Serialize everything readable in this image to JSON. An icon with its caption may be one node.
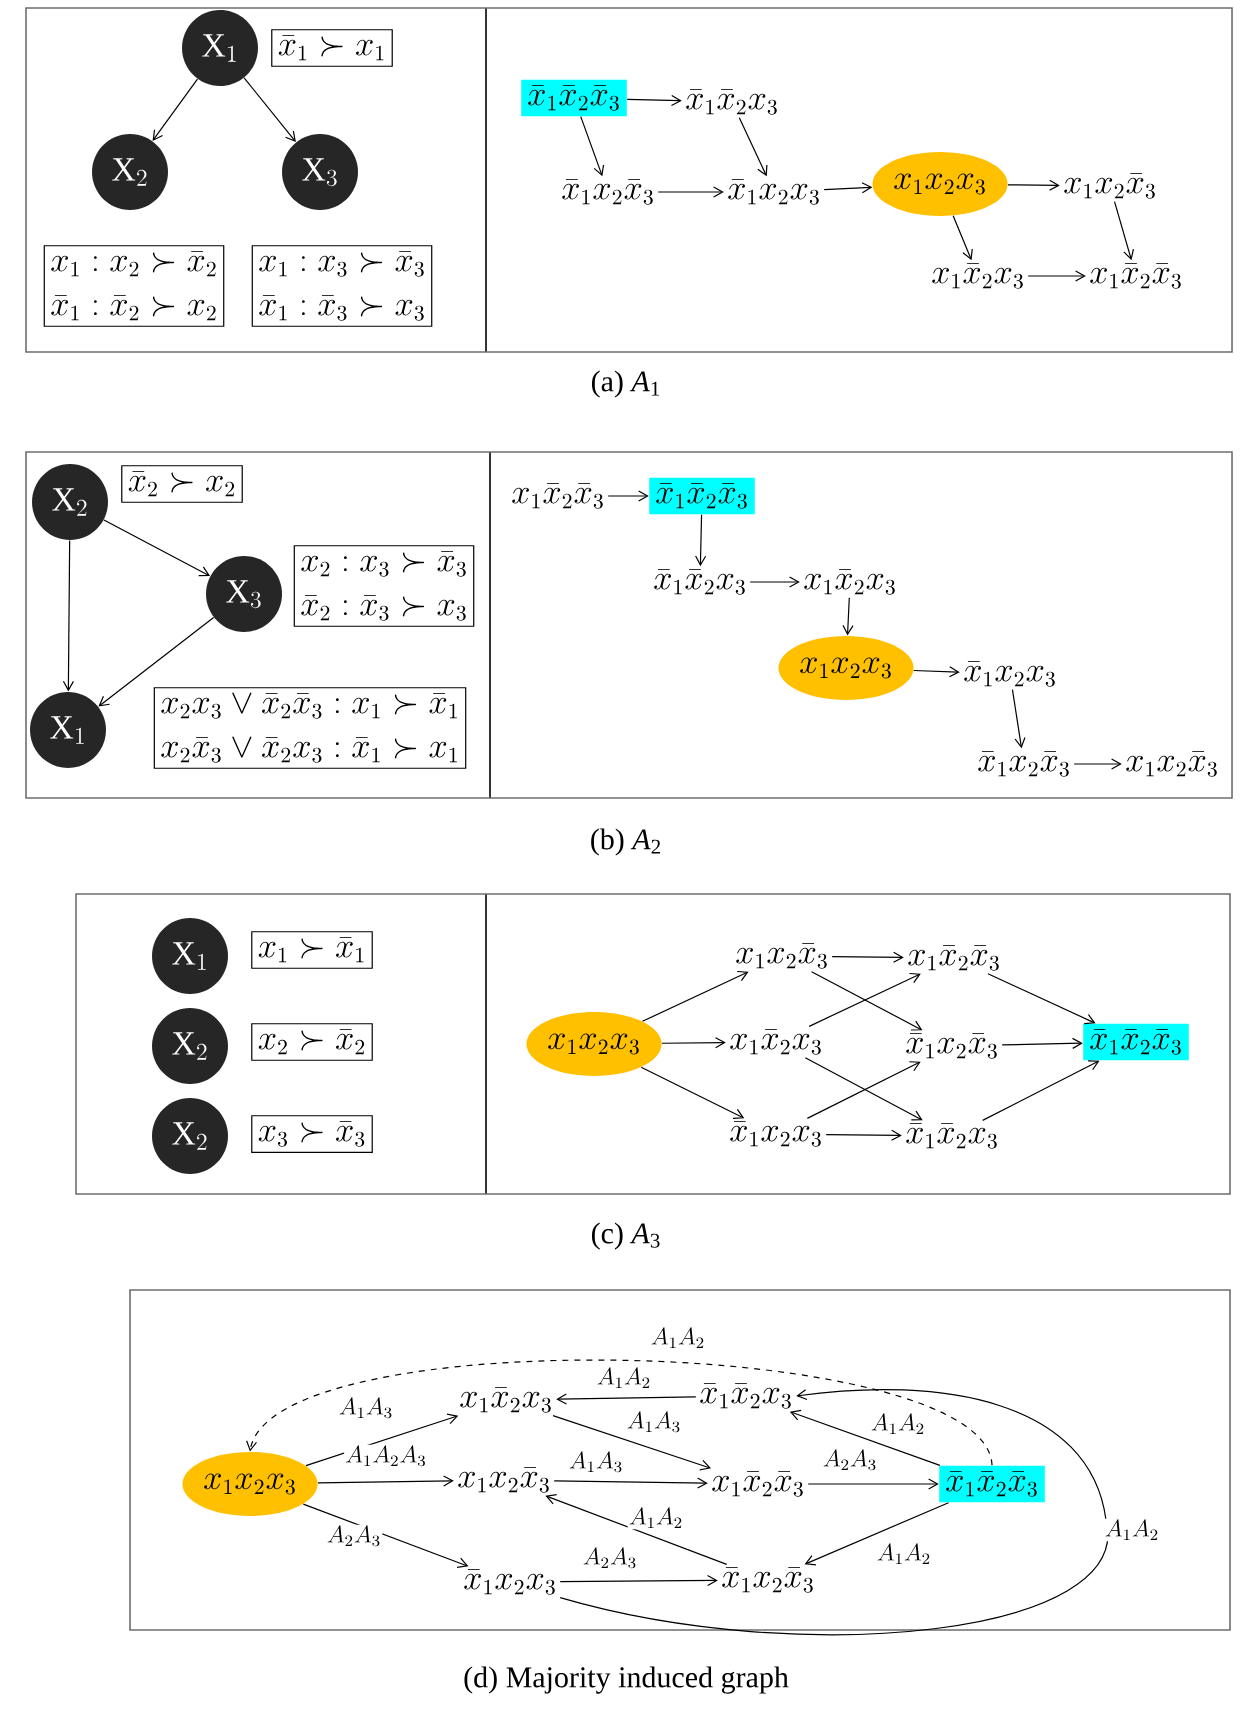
{
  "diagram": {
    "nodes": [
      {
        "text": [],
        "shape": "box"
      },
      {
        "text": [
          "\\mathrm{X}_1"
        ],
        "in": 0
      },
      {
        "text": [
          "\\bar{x}_1 \\succ x_1"
        ],
        "in": 0
      },
      {
        "text": [
          "\\mathrm{X}_2"
        ],
        "in": 0
      },
      {
        "text": [
          "\\mathrm{X}_3"
        ],
        "in": 0
      },
      {
        "text": [
          "x_1 : x_2 \\succ \\bar{x}_2",
          "\\bar{x}_1 : \\bar{x}_2 \\succ x_2"
        ],
        "in": 0
      },
      {
        "text": [
          "x_1 : x_3 \\succ \\bar{x}_3",
          "\\bar{x}_1 : \\bar{x}_3 \\succ x_3"
        ],
        "in": 0
      },
      {
        "text": [
          "\\bar{x}_1\\bar{x}_2\\bar{x}_3"
        ],
        "in": 0
      },
      {
        "text": [
          "\\bar{x}_1\\bar{x}_2x_3"
        ],
        "in": 0
      },
      {
        "text": [
          "\\bar{x}_1x_2\\bar{x}_3"
        ],
        "in": 0
      },
      {
        "text": [
          "\\bar{x}_1x_2x_3"
        ],
        "in": 0
      },
      {
        "text": [
          "x_1x_2x_3"
        ],
        "in": 0
      },
      {
        "text": [
          "x_1x_2\\bar{x}_3"
        ],
        "in": 0
      },
      {
        "text": [
          "x_1\\bar{x}_2x_3"
        ],
        "in": 0
      },
      {
        "text": [
          "x_1\\bar{x}_2\\bar{x}_3"
        ],
        "in": 0
      },
      {
        "text": [],
        "shape": "box"
      },
      {
        "text": [
          "\\mathrm{X}_2"
        ],
        "in": 15
      },
      {
        "text": [
          "\\bar{x}_2 \\succ x_2"
        ],
        "in": 15
      },
      {
        "text": [
          "\\mathrm{X}_3"
        ],
        "in": 15
      },
      {
        "text": [
          "x_2 : x_3 \\succ \\bar{x}_3",
          "\\bar{x}_2 : \\bar{x}_3 \\succ x_3"
        ],
        "in": 15
      },
      {
        "text": [
          "\\mathrm{X}_1"
        ],
        "in": 15
      },
      {
        "text": [
          "x_2x_3 \\vee \\bar{x}_2\\bar{x}_3 : x_1 \\succ \\bar{x}_1",
          "x_2\\bar{x}_3 \\vee \\bar{x}_2x_3 : \\bar{x}_1 \\succ x_1"
        ],
        "in": 15
      },
      {
        "text": [
          "x_1\\bar{x}_2\\bar{x}_3"
        ],
        "in": 15
      },
      {
        "text": [
          "\\bar{x}_1\\bar{x}_2\\bar{x}_3"
        ],
        "in": 15
      },
      {
        "text": [
          "\\bar{x}_1\\bar{x}_2x_3"
        ],
        "in": 15
      },
      {
        "text": [
          "x_1\\bar{x}_2x_3"
        ],
        "in": 15
      },
      {
        "text": [
          "x_1x_2x_3"
        ],
        "in": 15
      },
      {
        "text": [
          "\\bar{x}_1x_2x_3"
        ],
        "in": 15
      },
      {
        "text": [
          "\\bar{x}_1x_2\\bar{x}_3"
        ],
        "in": 15
      },
      {
        "text": [
          "x_1x_2\\bar{x}_3"
        ],
        "in": 15
      },
      {
        "text": [],
        "shape": "box"
      },
      {
        "text": [
          "\\mathrm{X}_1"
        ],
        "in": 30
      },
      {
        "text": [
          "x_1 \\succ \\bar{x}_1"
        ],
        "in": 30
      },
      {
        "text": [
          "\\mathrm{X}_2"
        ],
        "in": 30
      },
      {
        "text": [
          "x_2 \\succ \\bar{x}_2"
        ],
        "in": 30
      },
      {
        "text": [
          "\\mathrm{X}_2"
        ],
        "in": 30
      },
      {
        "text": [
          "x_3 \\succ \\bar{x}_3"
        ],
        "in": 30
      },
      {
        "text": [
          "x_1x_2x_3"
        ],
        "in": 30
      },
      {
        "text": [
          "x_1x_2\\bar{x}_3"
        ],
        "in": 30
      },
      {
        "text": [
          "x_1\\bar{x}_2x_3"
        ],
        "in": 30
      },
      {
        "text": [
          "\\bar{x}_1x_2x_3"
        ],
        "in": 30
      },
      {
        "text": [
          "x_1\\bar{x}_2\\bar{x}_3"
        ],
        "in": 30
      },
      {
        "text": [
          "\\bar{x}_1x_2\\bar{x}_3"
        ],
        "in": 30
      },
      {
        "text": [
          "\\bar{x}_1\\bar{x}_2x_3"
        ],
        "in": 30
      },
      {
        "text": [
          "\\bar{x}_1\\bar{x}_2\\bar{x}_3"
        ],
        "in": 30
      },
      {
        "text": [],
        "shape": "box"
      },
      {
        "text": [
          "x_1x_2x_3"
        ],
        "in": 45
      },
      {
        "text": [
          "x_1\\bar{x}_2x_3"
        ],
        "in": 45
      },
      {
        "text": [
          "x_1x_2\\bar{x}_3"
        ],
        "in": 45
      },
      {
        "text": [
          "\\bar{x}_1x_2x_3"
        ],
        "in": 45
      },
      {
        "text": [
          "\\bar{x}_1\\bar{x}_2x_3"
        ],
        "in": 45
      },
      {
        "text": [
          "x_1\\bar{x}_2\\bar{x}_3"
        ],
        "in": 45
      },
      {
        "text": [
          "\\bar{x}_1x_2\\bar{x}_3"
        ],
        "in": 45
      },
      {
        "text": [
          "\\bar{x}_1\\bar{x}_2\\bar{x}_3"
        ],
        "in": 45
      }
    ],
    "edges": [
      {
        "from": 1,
        "to": 3,
        "arrow": "to"
      },
      {
        "from": 1,
        "to": 4,
        "arrow": "to"
      },
      {
        "from": 7,
        "to": 8,
        "arrow": "to"
      },
      {
        "from": 7,
        "to": 9,
        "arrow": "to"
      },
      {
        "from": 8,
        "to": 10,
        "arrow": "to"
      },
      {
        "from": 9,
        "to": 10,
        "arrow": "to"
      },
      {
        "from": 10,
        "to": 11,
        "arrow": "to"
      },
      {
        "from": 11,
        "to": 12,
        "arrow": "to"
      },
      {
        "from": 11,
        "to": 13,
        "arrow": "to"
      },
      {
        "from": 12,
        "to": 14,
        "arrow": "to"
      },
      {
        "from": 13,
        "to": 14,
        "arrow": "to"
      },
      {
        "from": 16,
        "to": 18,
        "arrow": "to"
      },
      {
        "from": 16,
        "to": 20,
        "arrow": "to"
      },
      {
        "from": 18,
        "to": 20,
        "arrow": "to"
      },
      {
        "from": 22,
        "to": 23,
        "arrow": "to"
      },
      {
        "from": 23,
        "to": 24,
        "arrow": "to"
      },
      {
        "from": 24,
        "to": 25,
        "arrow": "to"
      },
      {
        "from": 25,
        "to": 26,
        "arrow": "to"
      },
      {
        "from": 26,
        "to": 27,
        "arrow": "to"
      },
      {
        "from": 27,
        "to": 28,
        "arrow": "to"
      },
      {
        "from": 28,
        "to": 29,
        "arrow": "to"
      },
      {
        "from": 37,
        "to": 38,
        "arrow": "to"
      },
      {
        "from": 37,
        "to": 39,
        "arrow": "to"
      },
      {
        "from": 37,
        "to": 40,
        "arrow": "to"
      },
      {
        "from": 38,
        "to": 41,
        "arrow": "to"
      },
      {
        "from": 38,
        "to": 42,
        "arrow": "to"
      },
      {
        "from": 39,
        "to": 41,
        "arrow": "to"
      },
      {
        "from": 39,
        "to": 43,
        "arrow": "to"
      },
      {
        "from": 40,
        "to": 42,
        "arrow": "to"
      },
      {
        "from": 40,
        "to": 43,
        "arrow": "to"
      },
      {
        "from": 41,
        "to": 44,
        "arrow": "to"
      },
      {
        "from": 42,
        "to": 44,
        "arrow": "to"
      },
      {
        "from": 43,
        "to": 44,
        "arrow": "to"
      },
      {
        "from": 46,
        "to": 47,
        "arrow": "to",
        "label": "A_1A_3"
      },
      {
        "from": 46,
        "to": 48,
        "arrow": "to",
        "label": "A_1A_2A_3"
      },
      {
        "from": 46,
        "to": 49,
        "arrow": "to",
        "label": "A_2A_3"
      },
      {
        "from": 50,
        "to": 47,
        "arrow": "to",
        "label": "A_1A_2"
      },
      {
        "from": 47,
        "to": 51,
        "arrow": "to",
        "label": "A_1A_3"
      },
      {
        "from": 48,
        "to": 51,
        "arrow": "to",
        "label": "A_1A_3"
      },
      {
        "from": 52,
        "to": 48,
        "arrow": "to",
        "label": "A_1A_2"
      },
      {
        "from": 49,
        "to": 52,
        "arrow": "to",
        "label": "A_2A_3"
      },
      {
        "from": 51,
        "to": 53,
        "arrow": "to",
        "label": "A_2A_3"
      },
      {
        "from": 53,
        "to": 50,
        "arrow": "to",
        "label": "A_1A_2"
      },
      {
        "from": 53,
        "to": 52,
        "arrow": "to",
        "label": "A_1A_2"
      },
      {
        "from": 53,
        "to": 46,
        "arrow": "to",
        "label": "A_1A_2",
        "style": "dashed"
      },
      {
        "from": 49,
        "to": 50,
        "arrow": "to",
        "label": "A_1A_2"
      }
    ],
    "labels": [
      "(a) *A*$_{1}$",
      "(b) *A*$_{2}$",
      "(c) *A*$_{3}$",
      "(d) Majority induced graph"
    ]
  }
}
